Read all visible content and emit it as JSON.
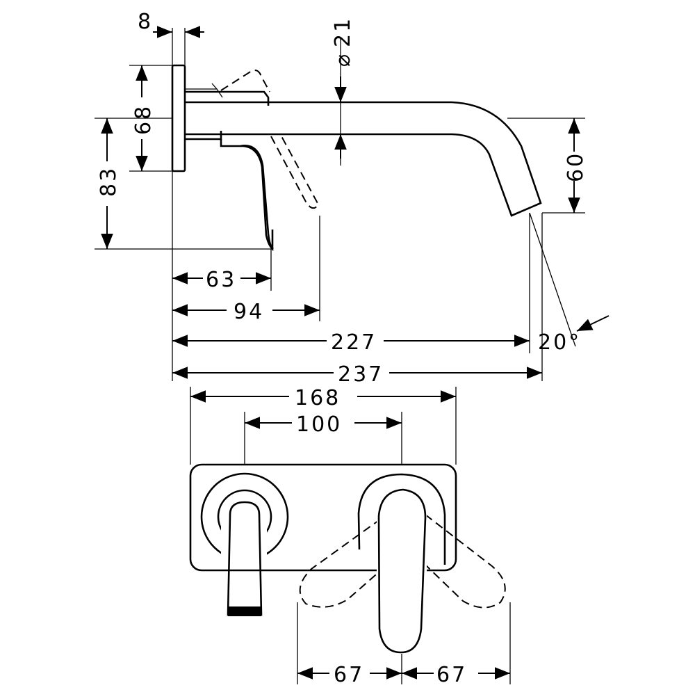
{
  "dimensions": {
    "flange_thickness": "8",
    "pipe_diameter_symbol": "⌀",
    "pipe_diameter": "21",
    "plate_height": "68",
    "handle_height": "83",
    "spout_drop": "60",
    "handle_depth": "63",
    "handle_swing_depth": "94",
    "spout_projection": "227",
    "overall_projection": "237",
    "spout_angle": "20°",
    "plate_width": "168",
    "center_distance": "100",
    "swing_left": "67",
    "swing_right": "67"
  },
  "colors": {
    "line": "#000000",
    "background": "#ffffff"
  }
}
